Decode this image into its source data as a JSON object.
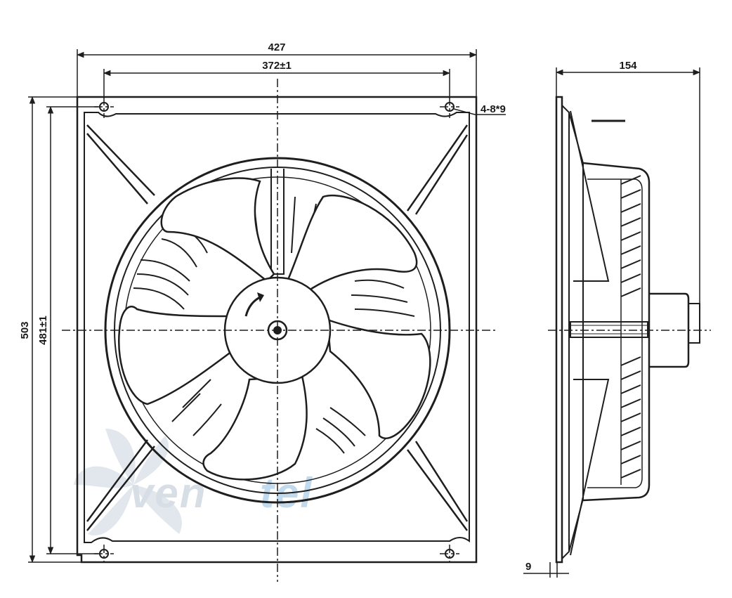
{
  "drawing": {
    "dimensions": {
      "overall_width": "427",
      "hole_spacing": "372±1",
      "overall_height": "503",
      "hole_spacing_vertical": "481±1",
      "depth": "154",
      "mounting_holes": "4-8*9",
      "flange_thickness": "9"
    },
    "watermark": {
      "left": "ven",
      "right": "tel"
    },
    "colors": {
      "line": "#1e1e1e",
      "watermark": "#d5dde6",
      "watermark_accent": "#b9d6ee"
    }
  }
}
